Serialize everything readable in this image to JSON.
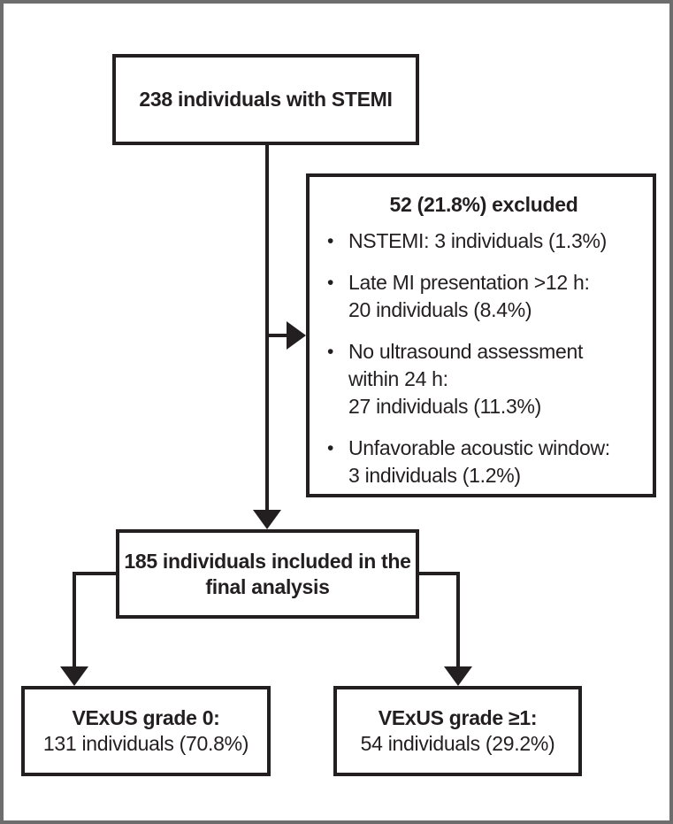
{
  "colors": {
    "ink": "#231f20",
    "frame_border": "#6d6d6d",
    "background": "#ffffff"
  },
  "flowchart": {
    "enrollment_box": {
      "text": "238 individuals with STEMI"
    },
    "excluded_box": {
      "title": "52 (21.8%) excluded",
      "bullet_char": "•",
      "items": [
        "NSTEMI: 3 individuals (1.3%)",
        "Late MI presentation >12 h:\n20 individuals (8.4%)",
        "No ultrasound assessment\nwithin 24 h:\n27 individuals (11.3%)",
        "Unfavorable acoustic window:\n3 individuals (1.2%)"
      ]
    },
    "included_box": {
      "text": "185 individuals included in the\nfinal analysis"
    },
    "vexus_grade0_box": {
      "title": "VExUS grade 0:",
      "subtitle": "131 individuals (70.8%)"
    },
    "vexus_grade1_box": {
      "title": "VExUS grade ≥1:",
      "subtitle": "54 individuals (29.2%)"
    }
  }
}
